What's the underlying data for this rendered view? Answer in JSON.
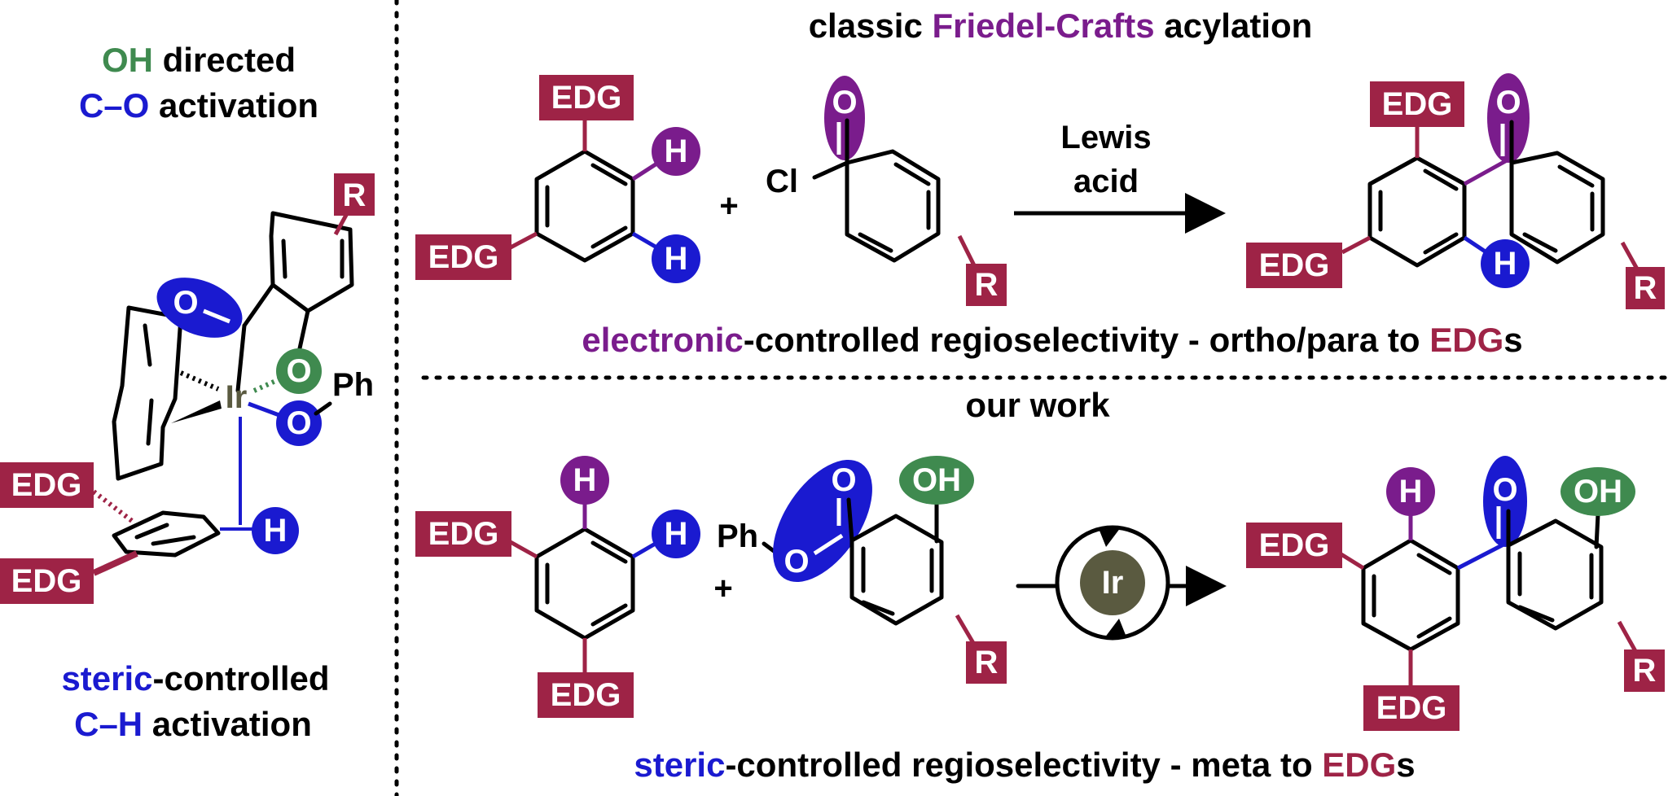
{
  "colors": {
    "oh_green": "#3f8a4f",
    "co_blue": "#1a1ad0",
    "fc_purple": "#7a1c8c",
    "edg_red": "#9e2346",
    "ir_gray": "#5a5a40",
    "text_black": "#000000"
  },
  "left_panel": {
    "title_line1": {
      "part1": "OH",
      "part2": " directed"
    },
    "title_line2": {
      "part1": "C–O",
      "part2": " activation"
    },
    "bottom_line1": {
      "part1": "steric",
      "part2": "-controlled"
    },
    "bottom_line2": {
      "part1": "C–H",
      "part2": " activation"
    },
    "labels": {
      "r": "R",
      "o_carbonyl": "O",
      "o_phenol": "O",
      "o_ester": "O",
      "ir": "Ir",
      "ph": "Ph",
      "edg_top": "EDG",
      "edg_bottom": "EDG",
      "h": "H"
    }
  },
  "top_scheme": {
    "title": {
      "part1": "classic ",
      "part2": "Friedel-Crafts",
      "part3": " acylation"
    },
    "reactant1": {
      "edg_top": "EDG",
      "edg_left": "EDG",
      "h_purple": "H",
      "h_blue": "H"
    },
    "plus": "+",
    "reactant2": {
      "o": "O",
      "cl": "Cl",
      "r": "R"
    },
    "arrow_line1": "Lewis",
    "arrow_line2": "acid",
    "product": {
      "edg_top": "EDG",
      "edg_left": "EDG",
      "o": "O",
      "h": "H",
      "r": "R"
    },
    "caption": {
      "part1": "electronic",
      "part2": "-controlled regioselectivity - ortho/para to ",
      "part3": "EDG",
      "part4": "s"
    }
  },
  "bottom_scheme": {
    "title": "our work",
    "reactant1": {
      "h_purple": "H",
      "edg_left": "EDG",
      "h_blue": "H",
      "edg_bottom": "EDG"
    },
    "plus": "+",
    "reactant2": {
      "ph": "Ph",
      "o_top": "O",
      "o_ester": "O",
      "oh": "OH",
      "r": "R"
    },
    "catalyst": "Ir",
    "product": {
      "h_purple": "H",
      "o": "O",
      "oh": "OH",
      "edg_left": "EDG",
      "edg_bottom": "EDG",
      "r": "R"
    },
    "caption": {
      "part1": "steric",
      "part2": "-controlled regioselectivity - meta to ",
      "part3": "EDG",
      "part4": "s"
    }
  }
}
